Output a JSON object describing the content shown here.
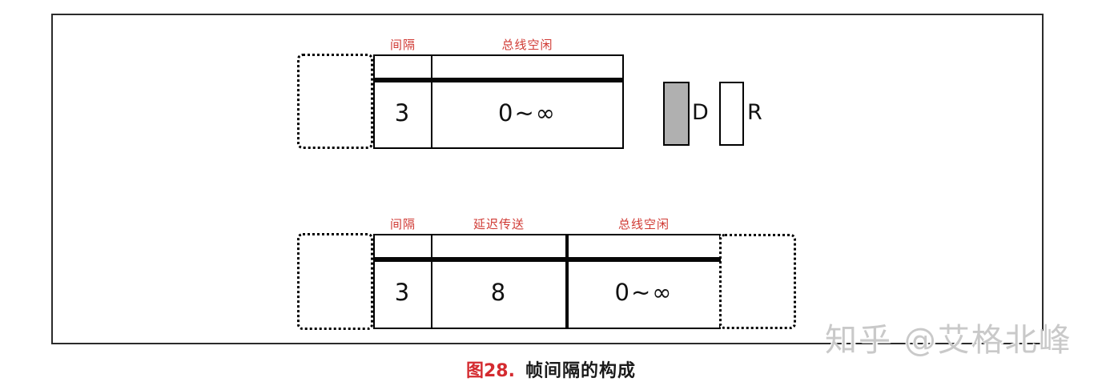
{
  "top_diagram": {
    "segments": [
      {
        "label": "间隔",
        "value": "3"
      },
      {
        "label": "总线空闲",
        "value": "0~∞"
      }
    ]
  },
  "legend": [
    {
      "label": "D",
      "fill": "#b0b0b0"
    },
    {
      "label": "R",
      "fill": "#ffffff"
    }
  ],
  "bottom_diagram": {
    "segments": [
      {
        "label": "间隔",
        "value": "3"
      },
      {
        "label": "延迟传送",
        "value": "8"
      },
      {
        "label": "总线空闲",
        "value": "0~∞"
      }
    ]
  },
  "caption": {
    "number": "图28.",
    "title": "帧间隔的构成"
  },
  "watermark": "知乎 @艾格北峰",
  "colors": {
    "segment_label_red": "#d03a34",
    "caption_red": "#d42b30",
    "legend_gray": "#b0b0b0",
    "watermark_gray": "#c9c9c9"
  }
}
